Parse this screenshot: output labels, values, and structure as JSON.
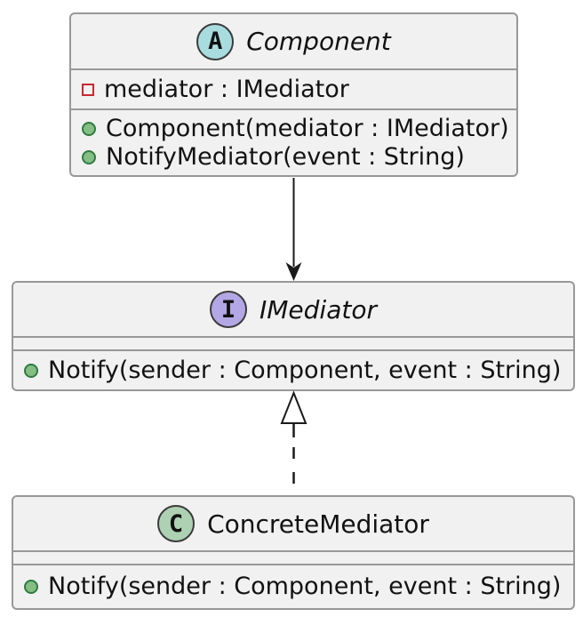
{
  "diagram": {
    "type": "uml-class-diagram",
    "classes": [
      {
        "name": "Component",
        "kind": "abstract class",
        "letter": "A",
        "letter_bg": "#A9DCDF",
        "fields": [
          {
            "visibility": "private",
            "text": "mediator : IMediator"
          }
        ],
        "methods": [
          {
            "visibility": "public",
            "text": "Component(mediator : IMediator)"
          },
          {
            "visibility": "public",
            "text": "NotifyMediator(event : String)"
          }
        ]
      },
      {
        "name": "IMediator",
        "kind": "interface",
        "letter": "I",
        "letter_bg": "#B4A7E5",
        "fields": [],
        "methods": [
          {
            "visibility": "public",
            "text": "Notify(sender : Component, event : String)"
          }
        ]
      },
      {
        "name": "ConcreteMediator",
        "kind": "class",
        "letter": "C",
        "letter_bg": "#ADD1B2",
        "fields": [],
        "methods": [
          {
            "visibility": "public",
            "text": "Notify(sender : Component, event : String)"
          }
        ]
      }
    ],
    "relations": [
      {
        "type": "directed-association",
        "from": "Component",
        "to": "IMediator",
        "line": "solid",
        "head": "filled-arrow"
      },
      {
        "type": "realization",
        "from": "ConcreteMediator",
        "to": "IMediator",
        "line": "dashed",
        "head": "hollow-triangle"
      }
    ]
  },
  "colors": {
    "background": "#FFFFFF",
    "box_fill": "#F1F1F1",
    "box_border": "#989898",
    "text": "#121212",
    "abstract_icon_bg": "#A9DCDF",
    "interface_icon_bg": "#B4A7E5",
    "class_icon_bg": "#ADD1B2",
    "public_icon_fill": "#84BE84",
    "public_icon_border": "#2F7B40",
    "private_icon_border": "#C82930",
    "arrow": "#1A1A1A"
  }
}
